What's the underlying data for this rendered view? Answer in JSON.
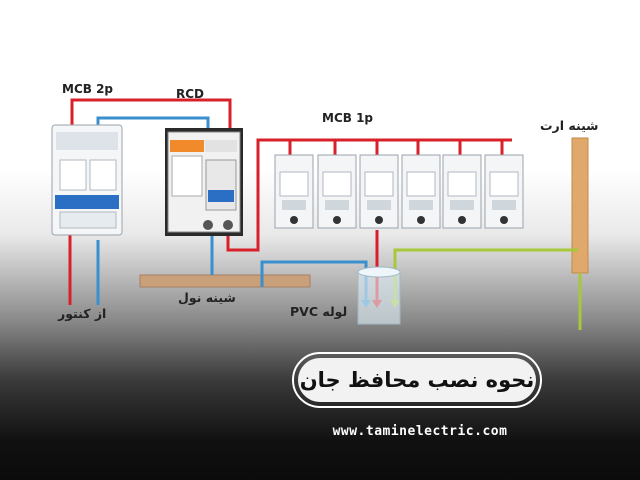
{
  "labels": {
    "mcb_2p": "MCB 2p",
    "rcd": "RCD",
    "mcb_1p": "MCB 1p",
    "earth_bar": "شینه ارت",
    "from_meter": "از کنتور",
    "neutral_bar": "شینه نول",
    "pvc_pipe": "لوله PVC"
  },
  "title": "نحوه نصب محافظ جان",
  "website": "www.taminelectric.com",
  "colors": {
    "live_wire": "#d8202a",
    "neutral_wire": "#3a8fcf",
    "earth_wire": "#a6c83a",
    "neutral_bar": "#c9a07a",
    "earth_bar": "#e0a86a",
    "pill_bg": "#f2f2f2",
    "pill_border": "#ffffff"
  }
}
